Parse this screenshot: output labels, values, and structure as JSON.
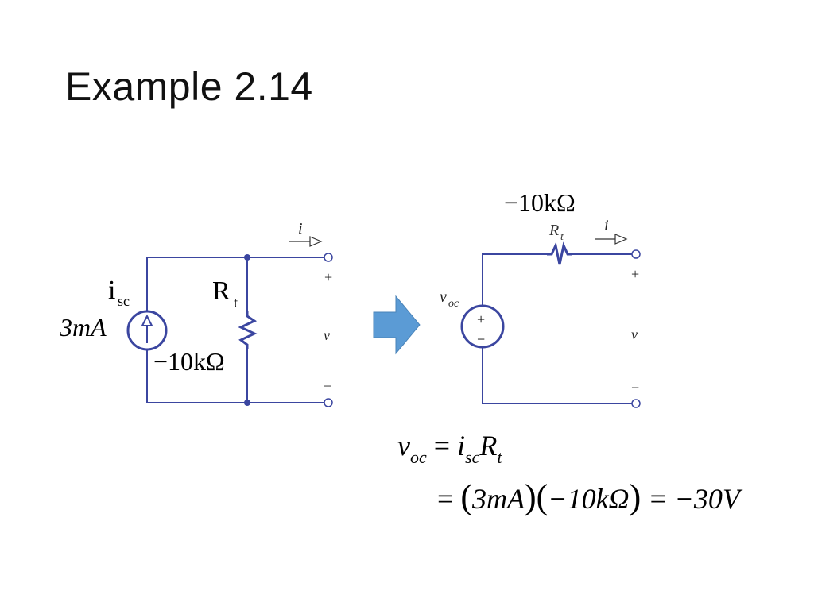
{
  "slide": {
    "title": "Example 2.14"
  },
  "left_circuit": {
    "source_label": "i",
    "source_label_sub": "sc",
    "source_value": "3mA",
    "resistor_label": "R",
    "resistor_label_sub": "t",
    "resistor_value": "−10kΩ",
    "current_label": "i",
    "plus": "+",
    "minus": "−",
    "voltage_label": "v"
  },
  "right_circuit": {
    "resistor_value": "−10kΩ",
    "resistor_label": "R",
    "resistor_label_sub": "t",
    "current_label": "i",
    "source_label": "v",
    "source_label_sub": "oc",
    "source_plus": "+",
    "source_minus": "−",
    "plus": "+",
    "minus": "−",
    "voltage_label": "v"
  },
  "equations": {
    "line1_lhs": "v",
    "line1_lhs_sub": "oc",
    "line1_eq": " = ",
    "line1_i": "i",
    "line1_i_sub": "sc",
    "line1_R": "R",
    "line1_R_sub": "t",
    "line2_eq": "= ",
    "line2_term1": "3mA",
    "line2_term2": "−10kΩ",
    "line2_result": " = −30V"
  },
  "colors": {
    "wire": "#3b46a0",
    "arrow_fill": "#5b9bd5",
    "arrow_stroke": "#4a83b8"
  }
}
